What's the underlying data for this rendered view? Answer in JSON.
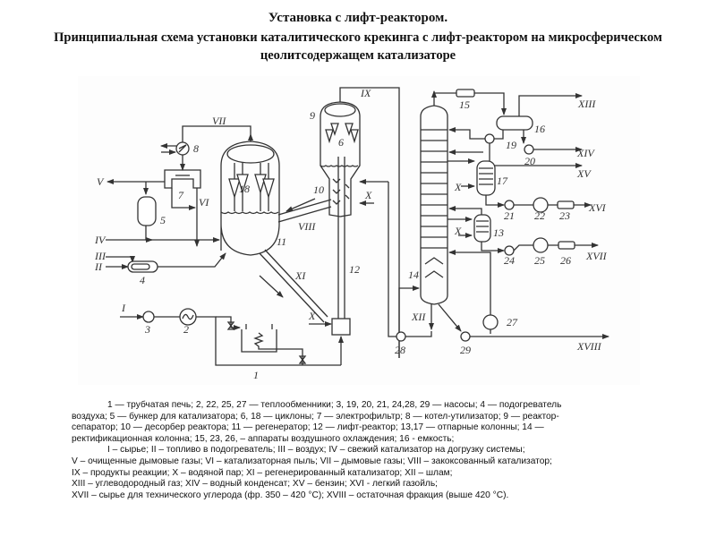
{
  "title": "Установка с лифт-реактором.",
  "subtitle": "Принципиальная схема установки каталитического крекинга с лифт-реактором на микросферическом цеолитсодержащем катализаторе",
  "diagram": {
    "equipment_labels": {
      "e1": "1",
      "e2": "2",
      "e3": "3",
      "e4": "4",
      "e5": "5",
      "e6": "6",
      "e7": "7",
      "e8": "8",
      "e9": "9",
      "e10": "10",
      "e11": "11",
      "e12": "12",
      "e13": "13",
      "e14": "14",
      "e15": "15",
      "e16": "16",
      "e17": "17",
      "e18": "18",
      "e19": "19",
      "e20": "20",
      "e21": "21",
      "e22": "22",
      "e23": "23",
      "e24": "24",
      "e25": "25",
      "e26": "26",
      "e27": "27",
      "e28": "28",
      "e29": "29"
    },
    "stream_labels": {
      "s1": "I",
      "s2": "II",
      "s3": "III",
      "s4": "IV",
      "s5": "V",
      "s6": "VI",
      "s7": "VII",
      "s8": "VIII",
      "s9": "IX",
      "s10a": "X",
      "s10b": "X",
      "s10c": "X",
      "s10d": "X",
      "s11": "XI",
      "s12": "XII",
      "s13": "XIII",
      "s14": "XIV",
      "s15": "XV",
      "s16": "XVI",
      "s17": "XVII",
      "s18": "XVIII"
    }
  },
  "legend": {
    "equipment_lines": [
      "1 — трубчатая печь; 2, 22, 25, 27 — теплообменники; 3, 19, 20, 21, 24,28, 29  — насосы; 4 — подогреватель",
      "воздуха; 5 — бункер для катализатора;  6, 18 — циклоны; 7 — электрофильтр; 8 — котел-утилизатор; 9 — реактор-",
      "сепаратор; 10 — десорбер реактора; 11 — регенератор; 12 — лифт-реактор; 13,17 — отпарные колонны; 14 —",
      "ректификационная колонна; 15, 23, 26,  – аппараты воздушного охлаждения; 16 - емкость;"
    ],
    "stream_lines": [
      "I – сырье; II – топливо в подогреватель; III – воздух; IV – свежий катализатор на догрузку системы;",
      "V – очищенные дымовые газы; VI – катализаторная пыль; VII – дымовые газы; VIII – закоксованный катализатор;",
      "IX – продукты реакции; X – водяной пар; XI – регенерированный катализатор; XII – шлам;",
      "XIII – углеводородный газ; XIV – водный конденсат; XV – бензин; XVI - легкий газойль;",
      "XVII – сырье для технического углерода (фр. 350 – 420 °С); XVIII – остаточная фракция (выше 420 °С)."
    ]
  }
}
